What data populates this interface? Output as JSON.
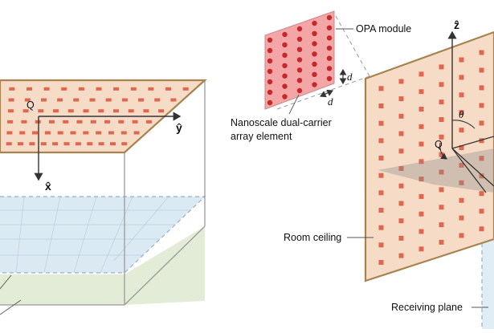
{
  "labels": {
    "point_left": "Q",
    "point_right": "Q",
    "axis_y": "ŷ",
    "axis_x": "x̂",
    "axis_z": "ẑ",
    "opa_module": "OPA module",
    "element_line1": "Nanoscale dual-carrier",
    "element_line2": "array element",
    "spacing_d_vertical": "d",
    "spacing_d_horizontal": "d",
    "theta": "θ",
    "room_ceiling": "Room ceiling",
    "receiving_plane": "Receiving plane"
  },
  "colors": {
    "panel_fill": "#f6dcc6",
    "panel_border": "#a8834f",
    "element_fill": "#e0674f",
    "module_fill": "#f4a5a5",
    "module_dot": "#c6282b",
    "receiving_fill": "#d9e8f2",
    "floor_fill": "#e3ecd7",
    "box_line": "#9a9a9a",
    "dashed_line": "#8fb2c8",
    "axis_line": "#333333"
  }
}
